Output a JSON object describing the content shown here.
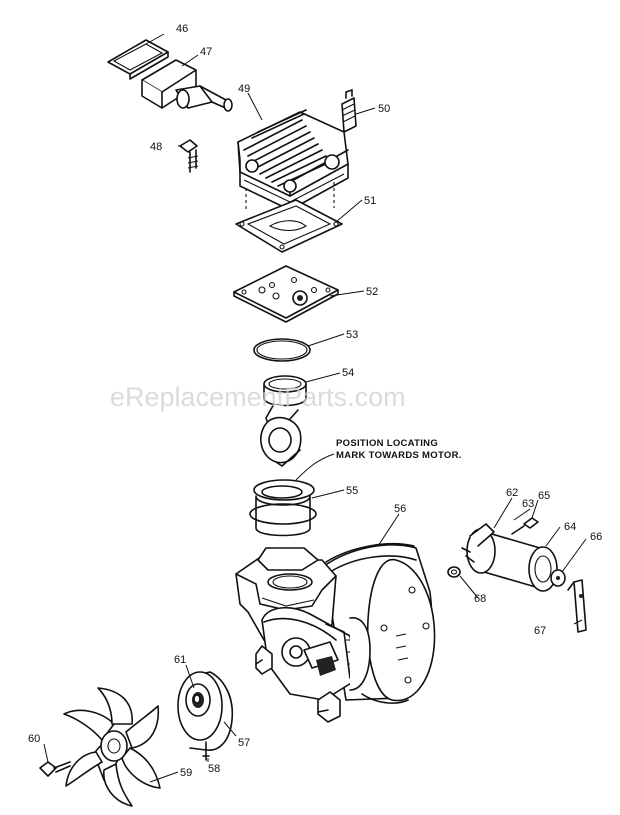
{
  "diagram": {
    "callouts": [
      {
        "id": "46",
        "label": "46"
      },
      {
        "id": "47",
        "label": "47"
      },
      {
        "id": "48",
        "label": "48"
      },
      {
        "id": "49",
        "label": "49"
      },
      {
        "id": "50",
        "label": "50"
      },
      {
        "id": "51",
        "label": "51"
      },
      {
        "id": "52",
        "label": "52"
      },
      {
        "id": "53",
        "label": "53"
      },
      {
        "id": "54",
        "label": "54"
      },
      {
        "id": "55",
        "label": "55"
      },
      {
        "id": "56",
        "label": "56"
      },
      {
        "id": "57",
        "label": "57"
      },
      {
        "id": "58",
        "label": "58"
      },
      {
        "id": "59",
        "label": "59"
      },
      {
        "id": "60",
        "label": "60"
      },
      {
        "id": "61",
        "label": "61"
      },
      {
        "id": "62",
        "label": "62"
      },
      {
        "id": "63",
        "label": "63"
      },
      {
        "id": "64",
        "label": "64"
      },
      {
        "id": "65",
        "label": "65"
      },
      {
        "id": "66",
        "label": "66"
      },
      {
        "id": "67",
        "label": "67"
      },
      {
        "id": "68",
        "label": "68"
      }
    ],
    "note_lines": [
      "POSITION LOCATING",
      "MARK TOWARDS MOTOR."
    ],
    "watermark": "eReplacementParts.com"
  },
  "colors": {
    "line": "#111111",
    "background": "#ffffff",
    "watermark": "#cfcfcf"
  }
}
